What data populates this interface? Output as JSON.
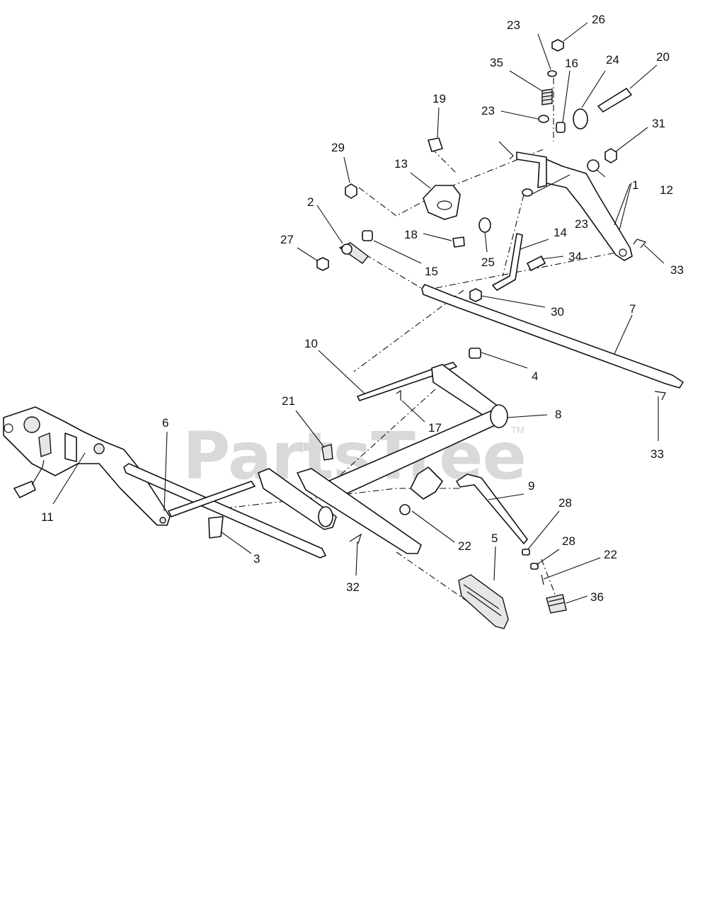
{
  "watermark": {
    "brand": "PartsTree",
    "tm": "TM"
  },
  "callouts": {
    "c1": "1",
    "c2": "2",
    "c3": "3",
    "c4": "4",
    "c5": "5",
    "c6": "6",
    "c7": "7",
    "c8": "8",
    "c9": "9",
    "c10": "10",
    "c11": "11",
    "c12": "12",
    "c13": "13",
    "c14": "14",
    "c15": "15",
    "c16": "16",
    "c17": "17",
    "c18": "18",
    "c19": "19",
    "c20": "20",
    "c21": "21",
    "c22a": "22",
    "c22b": "22",
    "c23a": "23",
    "c23b": "23",
    "c23c": "23",
    "c24": "24",
    "c25": "25",
    "c26": "26",
    "c27": "27",
    "c28a": "28",
    "c28b": "28",
    "c29": "29",
    "c30": "30",
    "c31": "31",
    "c32": "32",
    "c33a": "33",
    "c33b": "33",
    "c34": "34",
    "c35": "35",
    "c36": "36"
  }
}
